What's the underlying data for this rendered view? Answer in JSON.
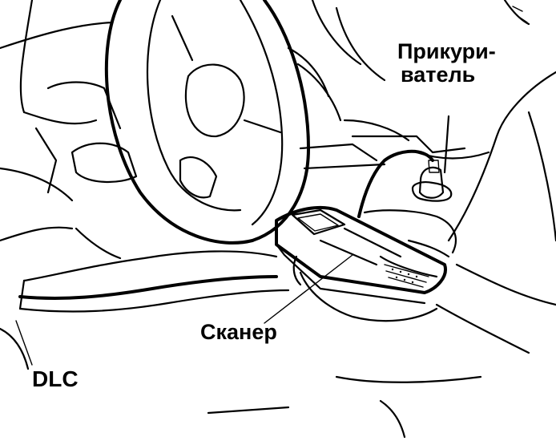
{
  "labels": {
    "lighter_line1": "Прикури-",
    "lighter_line2": "ватель",
    "scanner": "Сканер",
    "dlc": "DLC"
  }
}
